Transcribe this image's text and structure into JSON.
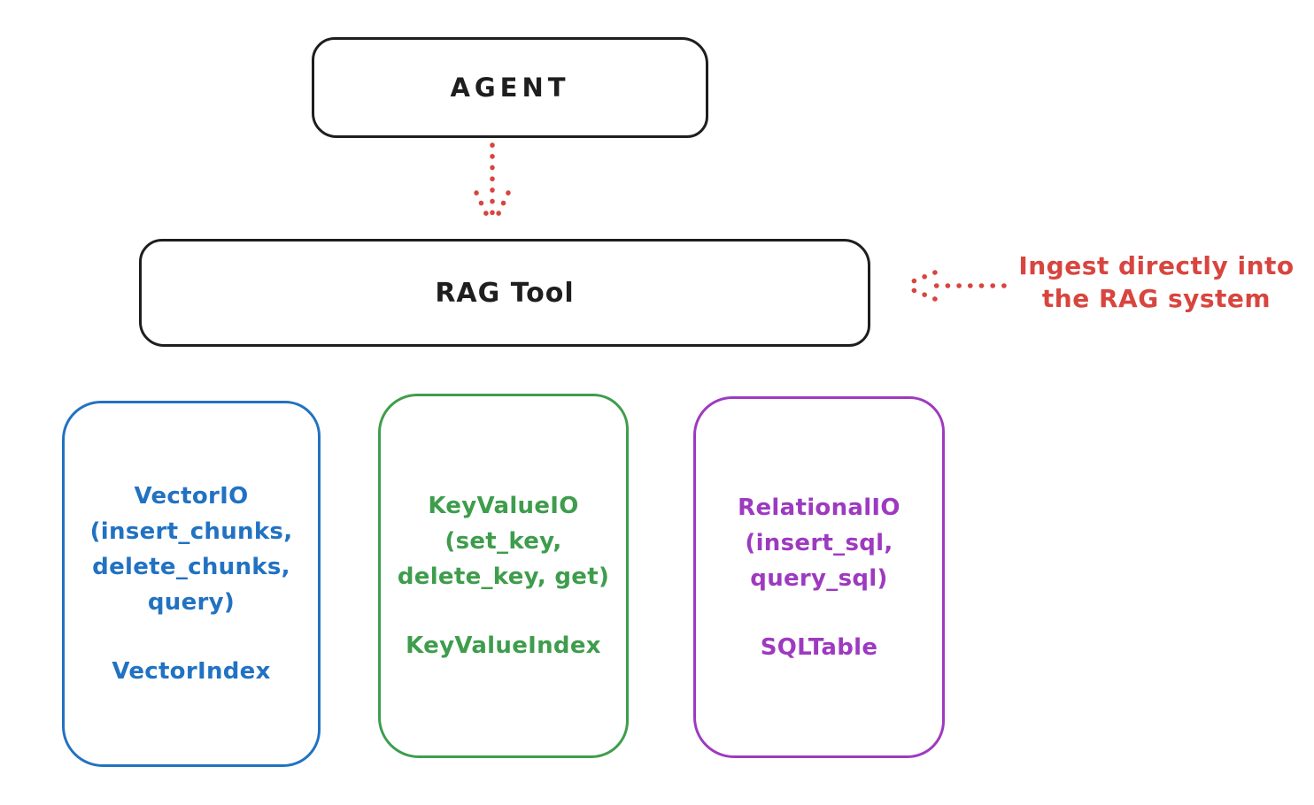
{
  "colors": {
    "ink": "#1e1e1e",
    "red": "#d8453f",
    "blue": "#2172c2",
    "green": "#3e9d4c",
    "purple": "#9d3ac0"
  },
  "agent": {
    "label": "AGENT"
  },
  "rag_tool": {
    "label": "RAG Tool"
  },
  "annotation": {
    "text": "Ingest directly into\nthe RAG system"
  },
  "modules": [
    {
      "name": "VectorIO",
      "methods": "VectorIO\n(insert_chunks,\ndelete_chunks,\nquery)",
      "index": "VectorIndex",
      "color": "#2172c2"
    },
    {
      "name": "KeyValueIO",
      "methods": "KeyValueIO\n(set_key,\ndelete_key, get)",
      "index": "KeyValueIndex",
      "color": "#3e9d4c"
    },
    {
      "name": "RelationalIO",
      "methods": "RelationalIO\n(insert_sql,\nquery_sql)",
      "index": "SQLTable",
      "color": "#9d3ac0"
    }
  ]
}
